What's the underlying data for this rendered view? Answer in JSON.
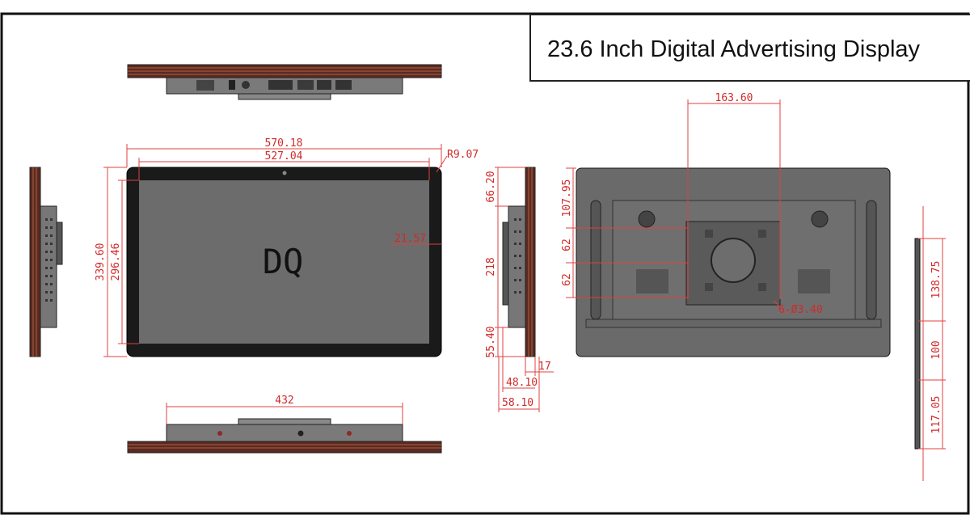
{
  "title": "23.6 Inch Digital Advertising Display",
  "front_view": {
    "overall_width": "570.18",
    "screen_width": "527.04",
    "corner_radius": "R9.07",
    "overall_height": "339.60",
    "screen_height": "296.46",
    "border": "21.57",
    "logo": "DQ"
  },
  "side_view": {
    "top_offset": "66.20",
    "mid_height": "218",
    "bottom_offset": "55.40",
    "depth_thin": "17",
    "depth_mid": "48.10",
    "depth_total": "58.10"
  },
  "bottom_view": {
    "bracket_width": "432"
  },
  "back_view": {
    "vesa_width": "163.60",
    "top_to_vesa": "107.95",
    "vesa_h1": "62",
    "vesa_h2": "62",
    "screw_holes": "6-Ø3.40"
  },
  "right_profile": {
    "seg_top": "138.75",
    "seg_mid": "100",
    "seg_bottom": "117.05"
  }
}
